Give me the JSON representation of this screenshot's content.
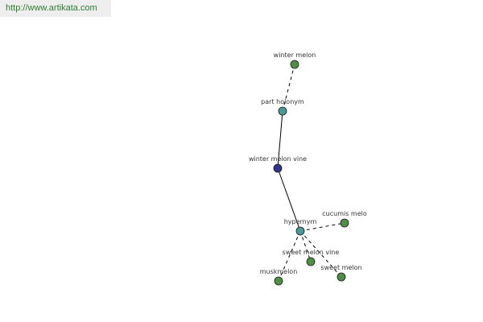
{
  "source_url": "http://www.artikata.com",
  "colors": {
    "url_text": "#2e7d32",
    "banner_bg": "#eeeeee",
    "edge": "#000000",
    "center_node": "#333388",
    "relation_node": "#4a9a96",
    "leaf_node": "#4f8f45"
  },
  "graph": {
    "nodes": [
      {
        "id": "winter_melon",
        "label": "winter melon",
        "kind": "leaf"
      },
      {
        "id": "part_holonym",
        "label": "part holonym",
        "kind": "relation"
      },
      {
        "id": "winter_melon_vine",
        "label": "winter melon vine",
        "kind": "center"
      },
      {
        "id": "hypernym",
        "label": "hypernym",
        "kind": "relation"
      },
      {
        "id": "cucumis_melo",
        "label": "cucumis melo",
        "kind": "leaf"
      },
      {
        "id": "sweet_melon_vine",
        "label": "sweet melon vine",
        "kind": "leaf"
      },
      {
        "id": "sweet_melon",
        "label": "sweet melon",
        "kind": "leaf"
      },
      {
        "id": "muskmelon",
        "label": "muskmelon",
        "kind": "leaf"
      }
    ],
    "edges": [
      {
        "from": "winter_melon_vine",
        "to": "part_holonym",
        "style": "solid"
      },
      {
        "from": "part_holonym",
        "to": "winter_melon",
        "style": "dashed"
      },
      {
        "from": "winter_melon_vine",
        "to": "hypernym",
        "style": "solid"
      },
      {
        "from": "hypernym",
        "to": "cucumis_melo",
        "style": "dashed"
      },
      {
        "from": "hypernym",
        "to": "sweet_melon_vine",
        "style": "dashed"
      },
      {
        "from": "hypernym",
        "to": "sweet_melon",
        "style": "dashed"
      },
      {
        "from": "hypernym",
        "to": "muskmelon",
        "style": "dashed"
      }
    ]
  }
}
